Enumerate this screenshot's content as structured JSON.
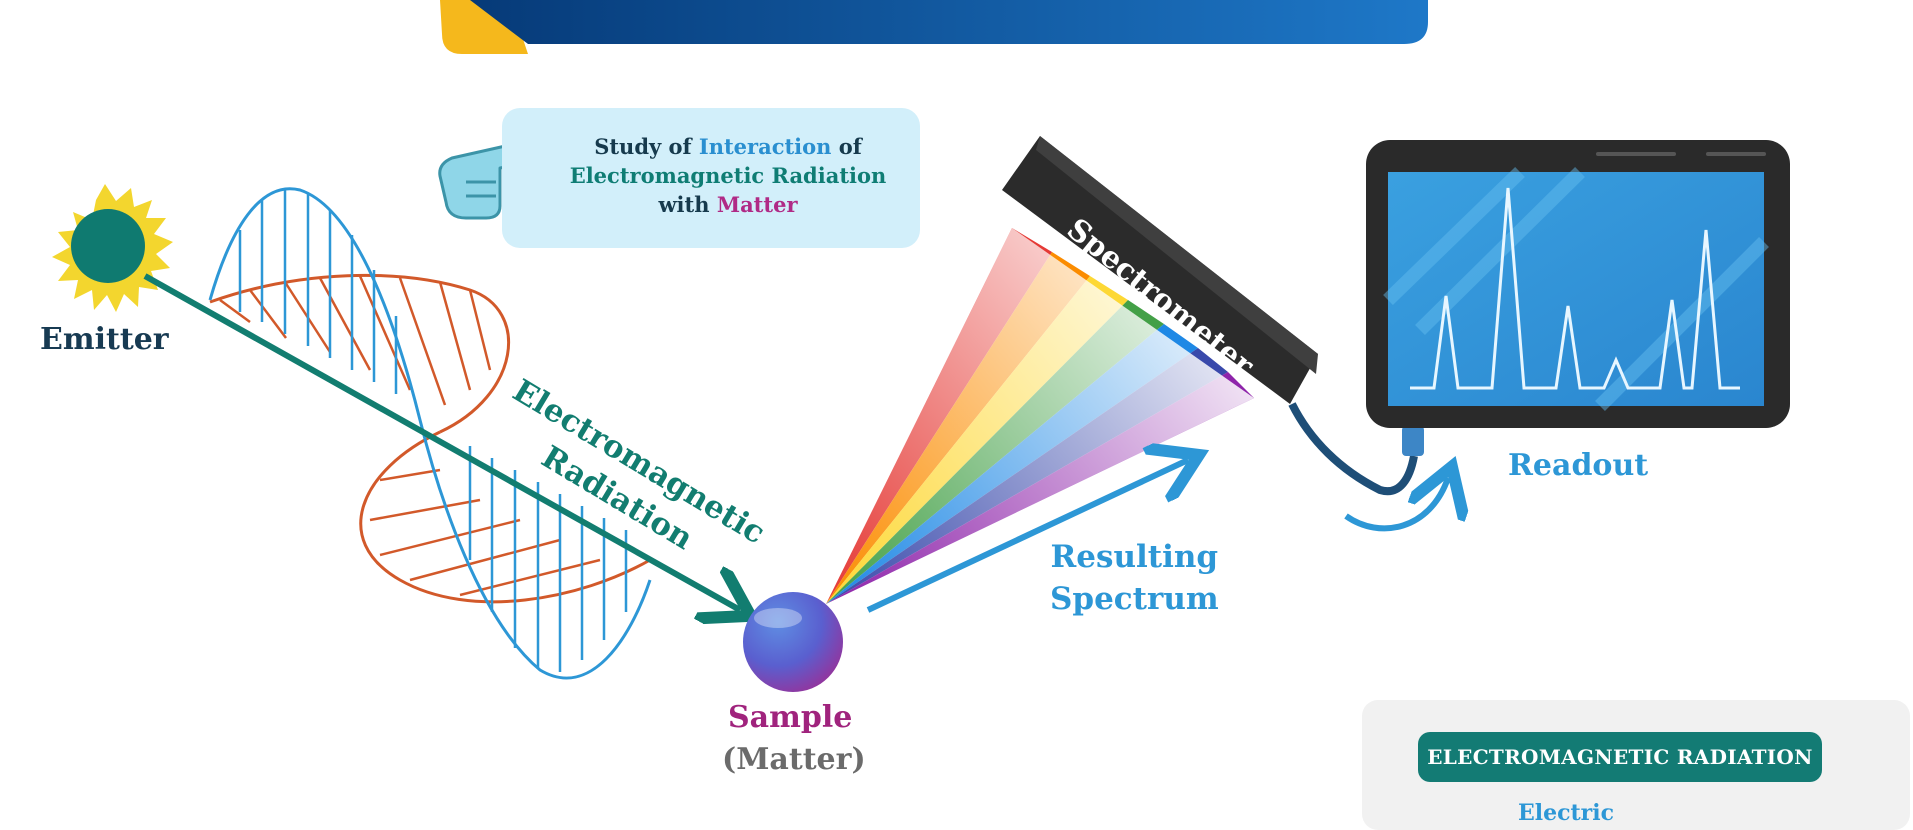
{
  "callout": {
    "part1": "Study of ",
    "interaction": "Interaction",
    "part2": " of",
    "line2": "Electromagnetic Radiation",
    "line3_pre": "with ",
    "matter": "Matter"
  },
  "labels": {
    "emitter": "Emitter",
    "em_line1": "Electromagnetic",
    "em_line2": "Radiation",
    "sample": "Sample",
    "matter": "(Matter)",
    "resulting_line1": "Resulting",
    "resulting_line2": "Spectrum",
    "spectrometer": "Spectrometer",
    "readout": "Readout"
  },
  "legend": {
    "title": "ELECTROMAGNETIC RADIATION",
    "partial_text": "Electric"
  },
  "colors": {
    "banner_blue": "#0a4f97",
    "banner_yellow": "#f5b81c",
    "teal": "#127d70",
    "orange_wave": "#d2592a",
    "blue_wave": "#2d97d6",
    "magenta": "#a0237d",
    "screen_blue": "#2f8fd6"
  },
  "icons": [
    "sun-icon",
    "pointing-hand-icon",
    "spectrometer-device",
    "tablet-readout",
    "sample-sphere"
  ]
}
